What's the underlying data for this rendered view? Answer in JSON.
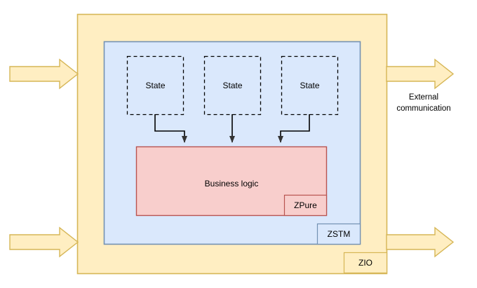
{
  "diagram": {
    "title": "ZIO / ZSTM architecture diagram",
    "colors": {
      "zio_fill": "#ffeec2",
      "zio_stroke": "#d6b656",
      "zstm_fill": "#dae8fc",
      "zstm_stroke": "#7391b3",
      "business_fill": "#f8cecc",
      "business_stroke": "#b85450",
      "arrow_fill": "#ffeec2",
      "arrow_stroke": "#d6b656",
      "connector_stroke": "#000000",
      "state_stroke": "#000000",
      "text": "#000000",
      "background": "#ffffff"
    },
    "outer_container": {
      "name": "ZIO",
      "label": "ZIO"
    },
    "inner_container": {
      "name": "ZSTM",
      "label": "ZSTM"
    },
    "states": [
      {
        "label": "State"
      },
      {
        "label": "State"
      },
      {
        "label": "State"
      }
    ],
    "business_logic": {
      "label": "Business logic",
      "badge": "ZPure"
    },
    "external_label_line1": "External",
    "external_label_line2": "communication",
    "arrows": [
      {
        "name": "inbound-arrow-top",
        "direction": "right"
      },
      {
        "name": "inbound-arrow-bottom",
        "direction": "right"
      },
      {
        "name": "outbound-arrow-top",
        "direction": "right"
      },
      {
        "name": "outbound-arrow-bottom",
        "direction": "right"
      }
    ],
    "connectors": [
      {
        "name": "state-1-to-business-logic"
      },
      {
        "name": "state-2-to-business-logic"
      },
      {
        "name": "state-3-to-business-logic"
      }
    ]
  }
}
